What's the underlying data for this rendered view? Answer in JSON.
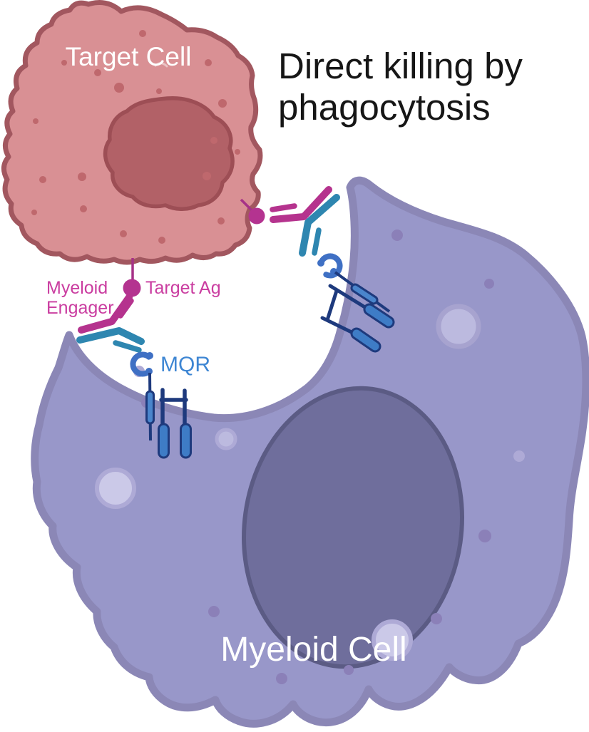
{
  "title": {
    "line1": "Direct killing by",
    "line2": "phagocytosis"
  },
  "labels": {
    "target_cell": "Target Cell",
    "myeloid_cell": "Myeloid Cell",
    "myeloid_engager_line1": "Myeloid",
    "myeloid_engager_line2": "Engager",
    "target_ag": "Target Ag",
    "mqr": "MQR"
  },
  "colors": {
    "background": "#ffffff",
    "title_text": "#161616",
    "target_cell_body": "#d99094",
    "target_cell_outline": "#a2575f",
    "target_cell_nucleus": "#b26167",
    "target_cell_nucleus_outline": "#9d4e55",
    "target_cell_dots": "#bf686d",
    "myeloid_body": "#9897c9",
    "myeloid_membrane": "#8b87b6",
    "myeloid_nucleus": "#6f6e9c",
    "myeloid_nucleus_outline": "#5b5b84",
    "vesicle_fill": "#bcbadf",
    "vesicle_ring": "#a7a3cf",
    "vesicle_bright": "#cbc9e8",
    "dot_dark": "#8b80b8",
    "dot_pale": "#aeaad6",
    "engager_magenta": "#b5338e",
    "antigen_magenta": "#b43390",
    "label_magenta": "#ca3da0",
    "fab_teal": "#2e86b0",
    "receptor_blue": "#3f70c4",
    "pill_blue": "#3e7cc6",
    "pill_light_blue": "#4a85cc",
    "receptor_navy": "#1e3a7d",
    "mqr_label_blue": "#3e86d3",
    "cell_label_text": "#ffffff"
  }
}
